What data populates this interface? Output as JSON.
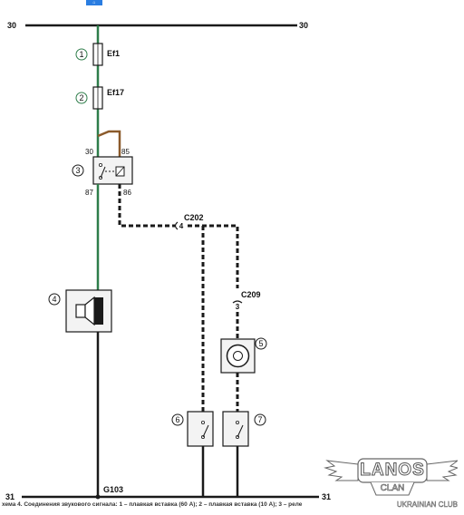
{
  "rails": {
    "top_left": "30",
    "top_right": "30",
    "bottom_left": "31",
    "bottom_right": "31"
  },
  "fuses": [
    {
      "number": "1",
      "label": "Ef1"
    },
    {
      "number": "2",
      "label": "Ef17"
    }
  ],
  "relay": {
    "number": "3",
    "pins": [
      "30",
      "85",
      "87",
      "86"
    ]
  },
  "horn": {
    "number": "4"
  },
  "clock_spring": {
    "number": "5"
  },
  "switches": [
    {
      "number": "6"
    },
    {
      "number": "7"
    }
  ],
  "connectors": [
    {
      "name": "C202",
      "pin": "4"
    },
    {
      "name": "C209",
      "pin": "3"
    }
  ],
  "ground": "G103",
  "caption": "хема 4. Соединения звукового сигнала: 1 – плавкая вставка (60 А); 2 – плавкая вставка (10 А); 3 – реле",
  "logo": {
    "title": "LANOS",
    "line1": "CLAN",
    "line2": "UKRAINIAN CLUB"
  },
  "colors": {
    "wire_green": "#2e7d4a",
    "wire_black": "#1a1a1a",
    "relay_link": "#8b5a2b",
    "component_fill": "#f3f3f3"
  }
}
